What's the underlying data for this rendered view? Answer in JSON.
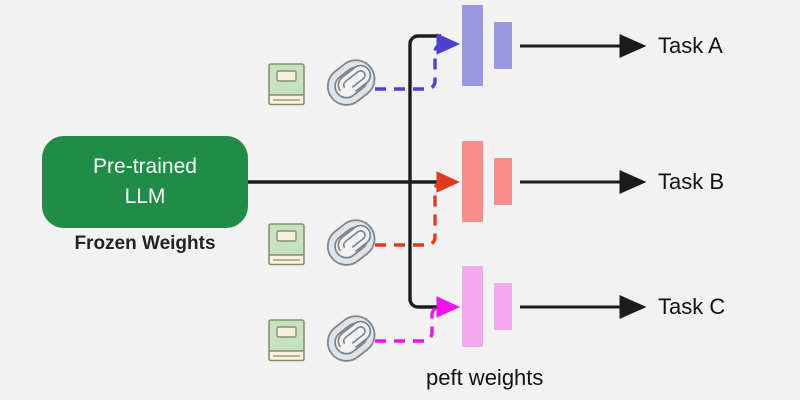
{
  "diagram": {
    "background_color": "#f2f2f2",
    "title_block": {
      "name": "pre-trained-llm",
      "line1": "Pre-trained",
      "line2": "LLM",
      "caption": "Frozen Weights",
      "fill_color": "#218c47",
      "text_color": "#ffffff"
    },
    "peft_caption": "peft weights",
    "trunk_color": "#1c1c1c",
    "branches": [
      {
        "id": "branch-a",
        "task_label": "Task A",
        "accent_color": "#4b3fd4",
        "bar_color": "#9a97e0",
        "adapter_icon": "paperclip-icon",
        "data_icon": "book-icon"
      },
      {
        "id": "branch-b",
        "task_label": "Task B",
        "accent_color": "#e03a1c",
        "bar_color": "#fa8d8d",
        "adapter_icon": "paperclip-icon",
        "data_icon": "book-icon"
      },
      {
        "id": "branch-c",
        "task_label": "Task C",
        "accent_color": "#ef13ef",
        "bar_color": "#f3a9ee",
        "adapter_icon": "paperclip-icon",
        "data_icon": "book-icon"
      }
    ],
    "icon_colors": {
      "book_cover": "#c6e2c0",
      "book_label": "#f7eedd",
      "book_pages": "#f8f1e0",
      "book_outline": "#8a8f72",
      "clip_body": "#d8dde2",
      "clip_outline": "#7d858c"
    }
  }
}
